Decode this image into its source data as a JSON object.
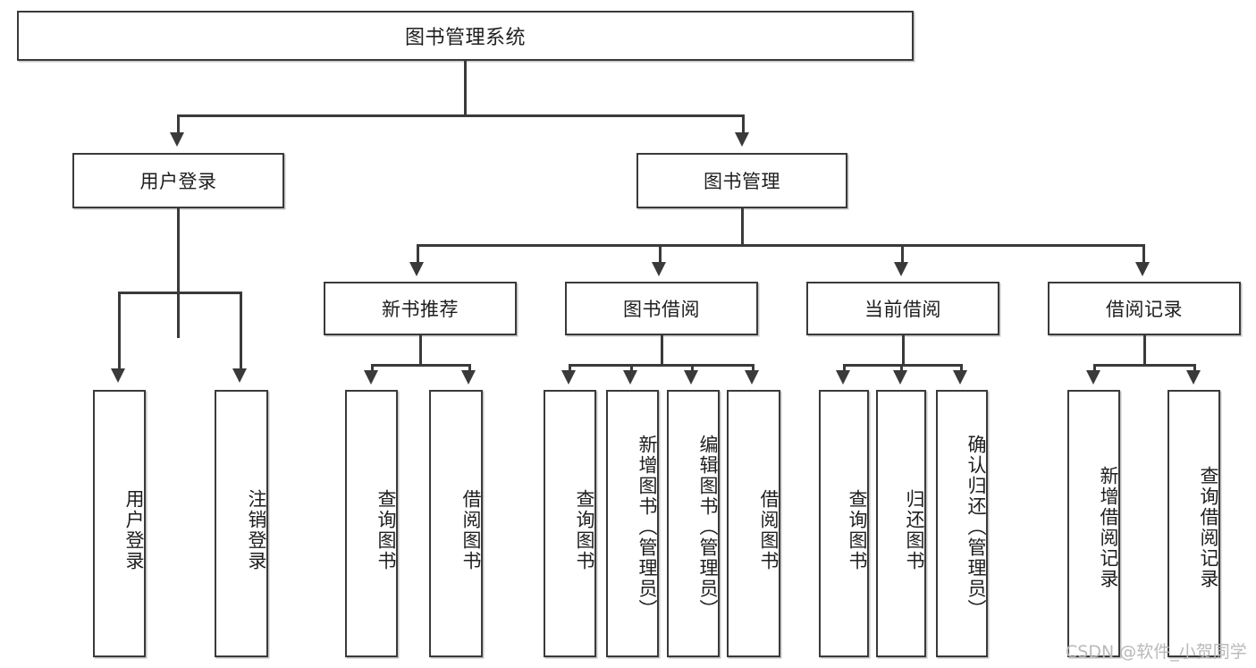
{
  "diagram": {
    "title": "图书管理系统",
    "watermark": "CSDN @软件_小贺同学",
    "levels": {
      "root": {
        "label": "图书管理系统"
      },
      "level2": [
        {
          "label": "用户登录"
        },
        {
          "label": "图书管理"
        }
      ],
      "level3": [
        {
          "label": "新书推荐"
        },
        {
          "label": "图书借阅"
        },
        {
          "label": "当前借阅"
        },
        {
          "label": "借阅记录"
        }
      ],
      "leaves": {
        "user_login": [
          {
            "label": "用户登录"
          },
          {
            "label": "注销登录"
          }
        ],
        "new_book_recommend": [
          {
            "label": "查询图书"
          },
          {
            "label": "借阅图书"
          }
        ],
        "book_borrow": [
          {
            "label": "查询图书"
          },
          {
            "label": "新增图书（管理员）"
          },
          {
            "label": "编辑图书（管理员）"
          },
          {
            "label": "借阅图书"
          }
        ],
        "current_borrow": [
          {
            "label": "查询图书"
          },
          {
            "label": "归还图书"
          },
          {
            "label": "确认归还（管理员）"
          }
        ],
        "borrow_record": [
          {
            "label": "新增借阅记录"
          },
          {
            "label": "查询借阅记录"
          }
        ]
      }
    },
    "colors": {
      "stroke": "#3a3a3a",
      "fill": "#ffffff",
      "text": "#1e1e1e",
      "watermark": "#b9b9b9"
    }
  }
}
